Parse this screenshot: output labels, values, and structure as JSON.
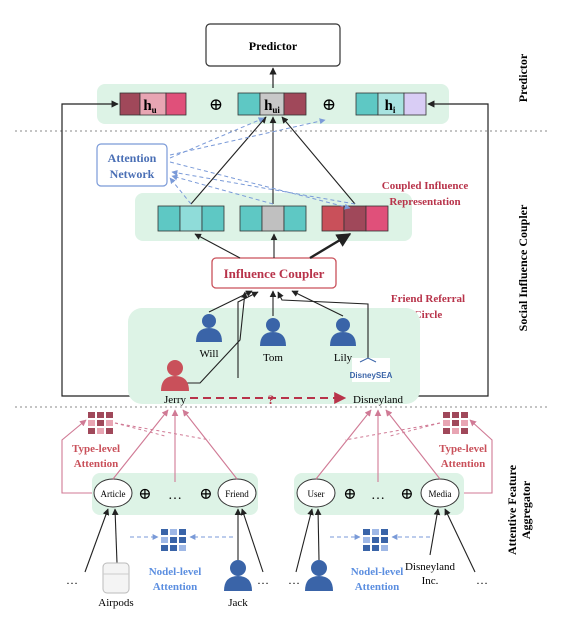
{
  "sections": {
    "predictor": "Predictor",
    "coupler": "Social Influence Coupler",
    "aggregator_line1": "Attentive Feature",
    "aggregator_line2": "Aggregator"
  },
  "predictor_box": "Predictor",
  "embeddings": {
    "hu": "h",
    "hu_sub": "u",
    "hui": "h",
    "hui_sub": "ui",
    "hi": "h",
    "hi_sub": "i",
    "plus": "⊕"
  },
  "attention_network": {
    "line1": "Attention",
    "line2": "Network"
  },
  "coupled_label": {
    "line1": "Coupled Influence",
    "line2": "Representation"
  },
  "influence_coupler": "Influence Coupler",
  "friend_circle": {
    "line1": "Friend Referral",
    "line2": "Circle"
  },
  "users": {
    "will": "Will",
    "tom": "Tom",
    "lily": "Lily",
    "jerry": "Jerry"
  },
  "target_item": "Disneyland",
  "question_mark": "?",
  "disney_logo": "DisneySEA",
  "type_attention_left": {
    "line1": "Type-level",
    "line2": "Attention"
  },
  "type_attention_right": {
    "line1": "Type-level",
    "line2": "Attention"
  },
  "left_nodes": {
    "article": "Article",
    "dots": "…",
    "friend": "Friend"
  },
  "right_nodes": {
    "user": "User",
    "dots": "…",
    "media": "Media"
  },
  "node_attention_left": {
    "line1": "Nodel-level",
    "line2": "Attention"
  },
  "node_attention_right": {
    "line1": "Nodel-level",
    "line2": "Attention"
  },
  "bottom": {
    "airpods": "Airpods",
    "jack": "Jack",
    "disneyland_inc_line1": "Disneyland",
    "disneyland_inc_line2": "Inc.",
    "ellipsis": "…"
  },
  "colors": {
    "green_bg": "#ddf3e6",
    "teal": "#5ec8c4",
    "maroon": "#a0485a",
    "pink": "#e0507a",
    "blue_text": "#4a6fb5",
    "arrow_blue": "#7a9ad8",
    "arrow_pink": "#d07a95",
    "red_label": "#b8334a",
    "person_blue": "#3a64a8",
    "person_red": "#c9505a"
  }
}
